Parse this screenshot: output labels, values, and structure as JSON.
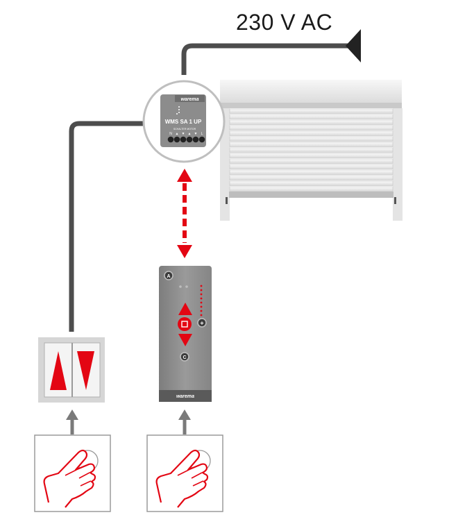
{
  "supply": {
    "label": "230 V AC"
  },
  "actuator": {
    "brand": "warema",
    "model": "WMS SA 1 UP",
    "terminal_header": "SCHALTER   MOTOR",
    "terminal_labels": [
      "N",
      "▲",
      "▼",
      "▲",
      "▼",
      "L"
    ]
  },
  "remote": {
    "brand": "warema",
    "button_a": "A",
    "button_c": "C",
    "button_plus": "+"
  },
  "colors": {
    "accent_red": "#e30613",
    "wire": "#4d4d4d",
    "remote_body": "#8f8f8f",
    "shutter": "#e6e6e6"
  },
  "icons": [
    "hand-press-icon",
    "up-arrow-icon",
    "down-arrow-icon",
    "stop-icon"
  ]
}
